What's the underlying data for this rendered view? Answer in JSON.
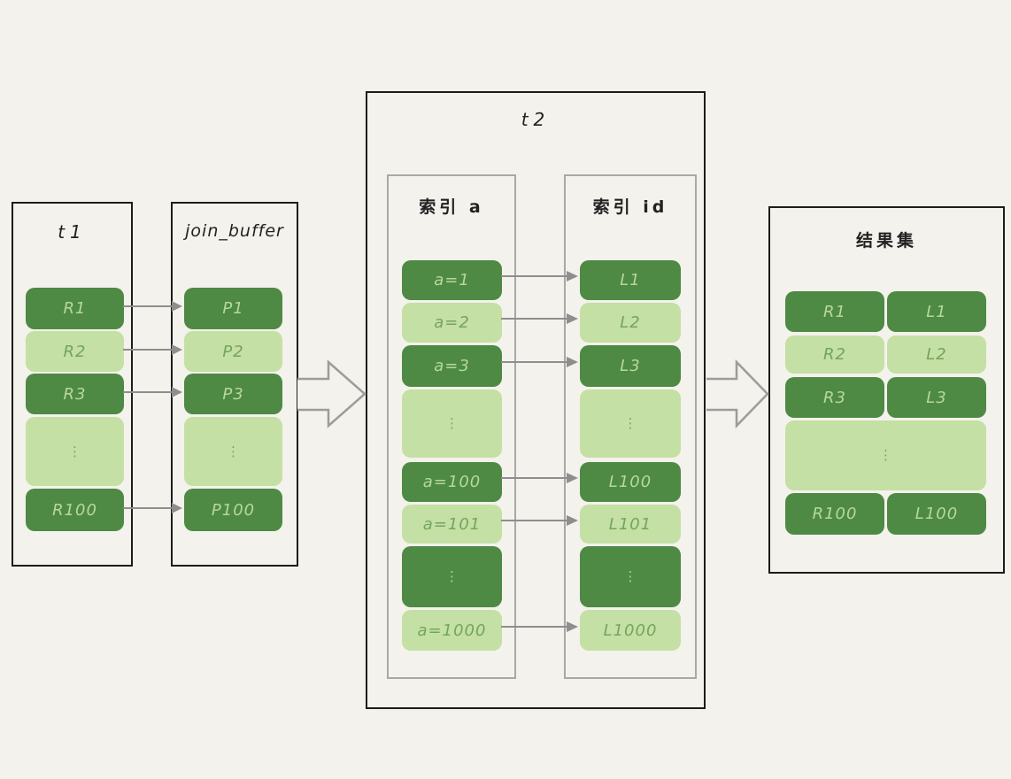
{
  "t1": {
    "title": "t1",
    "rows": [
      {
        "label": "R1"
      },
      {
        "label": "R2"
      },
      {
        "label": "R3"
      },
      {
        "label": "⋮"
      },
      {
        "label": "R100"
      }
    ]
  },
  "join_buffer": {
    "title": "join_buffer",
    "rows": [
      {
        "label": "P1"
      },
      {
        "label": "P2"
      },
      {
        "label": "P3"
      },
      {
        "label": "⋮"
      },
      {
        "label": "P100"
      }
    ]
  },
  "t2": {
    "title": "t2",
    "index_a": {
      "title": "索引 a",
      "rows": [
        {
          "label": "a=1"
        },
        {
          "label": "a=2"
        },
        {
          "label": "a=3"
        },
        {
          "label": "⋮"
        },
        {
          "label": "a=100"
        },
        {
          "label": "a=101"
        },
        {
          "label": "⋮"
        },
        {
          "label": "a=1000"
        }
      ]
    },
    "index_id": {
      "title": "索引 id",
      "rows": [
        {
          "label": "L1"
        },
        {
          "label": "L2"
        },
        {
          "label": "L3"
        },
        {
          "label": "⋮"
        },
        {
          "label": "L100"
        },
        {
          "label": "L101"
        },
        {
          "label": "⋮"
        },
        {
          "label": "L1000"
        }
      ]
    }
  },
  "result_set": {
    "title": "结果集",
    "rows": [
      {
        "left": "R1",
        "right": "L1"
      },
      {
        "left": "R2",
        "right": "L2"
      },
      {
        "left": "R3",
        "right": "L3"
      },
      {
        "ellipsis": "⋮"
      },
      {
        "left": "R100",
        "right": "L100"
      }
    ]
  },
  "colors": {
    "background": "#f4f2ec",
    "dark_green": "#4e8a44",
    "light_green": "#c4e0a4",
    "text_on_dark": "#b7d89a",
    "text_on_light": "#74a55c",
    "border_black": "#1c1c1c",
    "border_gray": "#a8a8a8",
    "arrow_gray": "#8e8e8e"
  }
}
